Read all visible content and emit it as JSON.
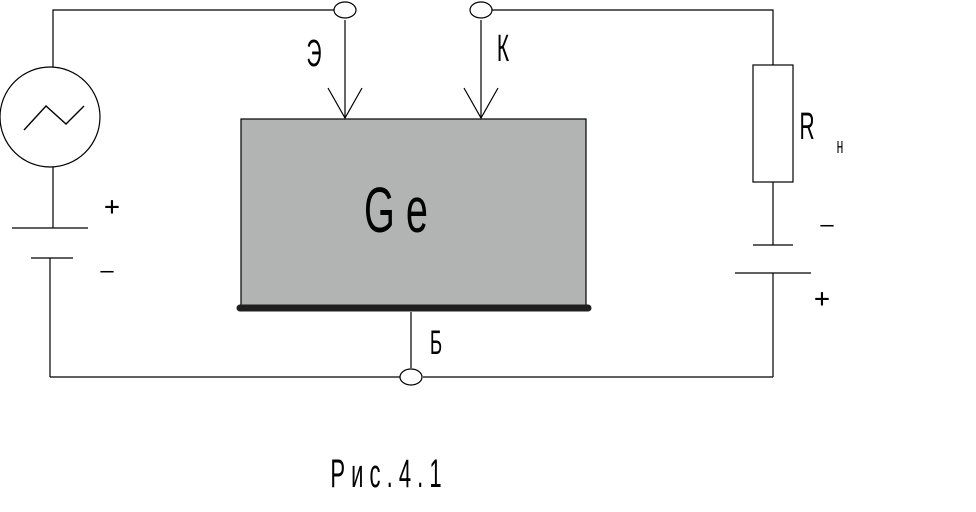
{
  "diagram": {
    "material_label": "G e",
    "emitter_label": "Э",
    "collector_label": "К",
    "base_label": "Б",
    "load_resistor_label": "R",
    "load_resistor_subscript": "н",
    "left_battery_plus": "+",
    "left_battery_minus": "–",
    "right_battery_minus": "–",
    "right_battery_plus": "+",
    "caption": "Р и с . 4 . 1"
  },
  "colors": {
    "germanium_fill": "#b2b4b4",
    "base_plate": "#1f1f1f",
    "wire": "#000000"
  }
}
